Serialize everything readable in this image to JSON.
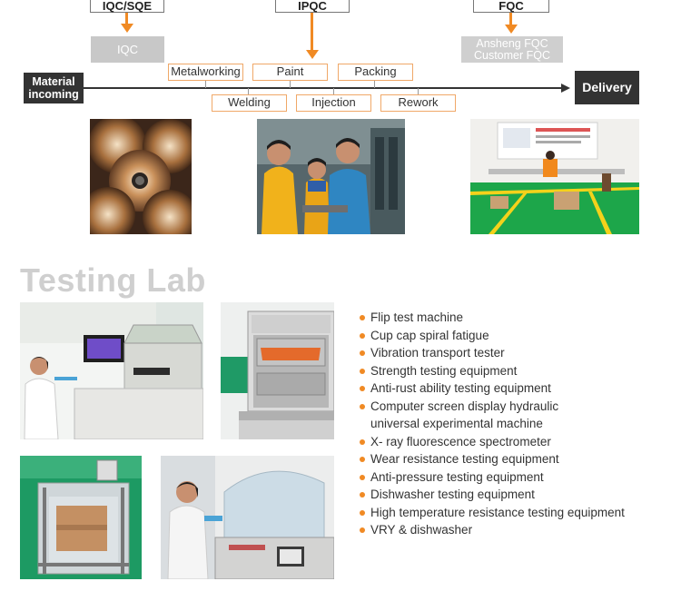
{
  "qc_headers": {
    "iqc_sqe": "IQC/SQE",
    "ipqc": "IPQC",
    "fqc": "FQC"
  },
  "gray_boxes": {
    "iqc": "IQC",
    "fqc_line1": "Ansheng FQC",
    "fqc_line2": "Customer FQC"
  },
  "flow": {
    "start_line1": "Material",
    "start_line2": "incoming",
    "end": "Delivery",
    "upper_steps": [
      "Metalworking",
      "Paint",
      "Packing"
    ],
    "lower_steps": [
      "Welding",
      "Injection",
      "Rework"
    ]
  },
  "section_title": "Testing Lab",
  "equipment": [
    "Flip test machine",
    "Cup cap spiral fatigue",
    "Vibration transport tester",
    "Strength testing equipment",
    "Anti-rust ability testing equipment",
    "Computer screen display hydraulic",
    "universal experimental machine",
    "X- ray fluorescence spectrometer",
    "Wear resistance testing equipment",
    "Anti-pressure testing equipment",
    "Dishwasher testing equipment",
    "High temperature resistance testing equipment",
    "VRY & dishwasher"
  ],
  "colors": {
    "accent": "#f08a24",
    "dark": "#333333",
    "gray": "#c8c8c8"
  }
}
